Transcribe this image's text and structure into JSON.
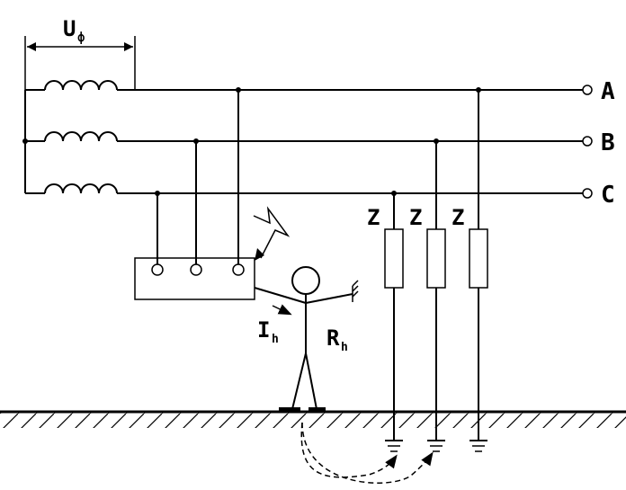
{
  "labels": {
    "phase_voltage": "U",
    "phase_voltage_sub": "ф",
    "phase_a": "A",
    "phase_b": "B",
    "phase_c": "C",
    "impedance": "Z",
    "current": "I",
    "current_sub": "h",
    "resistance": "R",
    "resistance_sub": "h"
  },
  "colors": {
    "ink": "#000000",
    "background": "#ffffff"
  }
}
